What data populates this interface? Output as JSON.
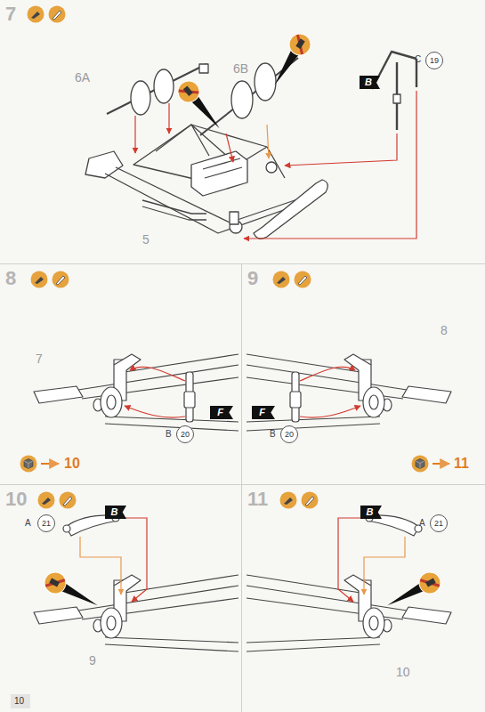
{
  "diagram": {
    "nodes": [
      {
        "text": [
          "7"
        ]
      },
      {
        "text": [
          "B"
        ],
        "in": 0
      },
      {
        "text": [
          "19"
        ],
        "in": 0
      },
      {
        "text": [
          "8"
        ]
      },
      {
        "text": [
          "F"
        ],
        "in": 3
      },
      {
        "text": [
          "20"
        ],
        "in": 3
      },
      {
        "text": [
          "9"
        ]
      },
      {
        "text": [
          "F"
        ],
        "in": 6
      },
      {
        "text": [
          "20"
        ],
        "in": 6
      },
      {
        "text": [
          "10"
        ]
      },
      {
        "text": [
          "B"
        ],
        "in": 9
      },
      {
        "text": [
          "21"
        ],
        "in": 9
      },
      {
        "text": [
          "11"
        ]
      },
      {
        "text": [
          "B"
        ],
        "in": 12
      },
      {
        "text": [
          "21"
        ],
        "in": 12
      }
    ],
    "labels": [
      "6A",
      "6B",
      "5",
      "C",
      "7",
      "B",
      "10",
      "8",
      "B",
      "11",
      "A",
      "9",
      "A",
      "10",
      "10"
    ]
  }
}
